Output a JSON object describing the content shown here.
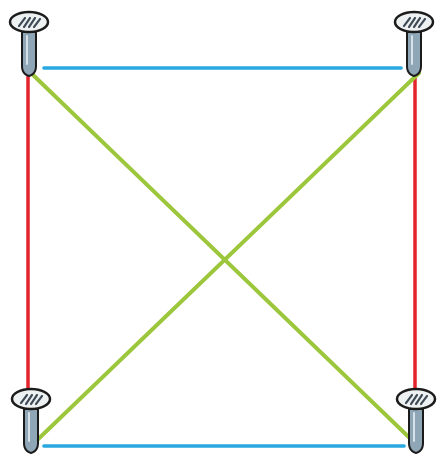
{
  "diagram": {
    "colors": {
      "top_bottom_edges": "#29A8E0",
      "side_edges": "#E3242B",
      "diagonals": "#9CC63B",
      "nail_head": "#EEF1F2",
      "nail_head_grooves": "#3D4A55",
      "nail_shank": "#8FA6B6",
      "outline": "#1B1B1B"
    },
    "nails": [
      {
        "id": "top-left",
        "icon": "nail-icon"
      },
      {
        "id": "top-right",
        "icon": "nail-icon"
      },
      {
        "id": "bottom-left",
        "icon": "nail-icon"
      },
      {
        "id": "bottom-right",
        "icon": "nail-icon"
      }
    ],
    "edges": [
      {
        "id": "top-edge",
        "from": "top-left",
        "to": "top-right",
        "color_key": "top_bottom_edges"
      },
      {
        "id": "bottom-edge",
        "from": "bottom-left",
        "to": "bottom-right",
        "color_key": "top_bottom_edges"
      },
      {
        "id": "left-edge",
        "from": "top-left",
        "to": "bottom-left",
        "color_key": "side_edges"
      },
      {
        "id": "right-edge",
        "from": "top-right",
        "to": "bottom-right",
        "color_key": "side_edges"
      },
      {
        "id": "diagonal-1",
        "from": "top-left",
        "to": "bottom-right",
        "color_key": "diagonals"
      },
      {
        "id": "diagonal-2",
        "from": "top-right",
        "to": "bottom-left",
        "color_key": "diagonals"
      }
    ]
  }
}
